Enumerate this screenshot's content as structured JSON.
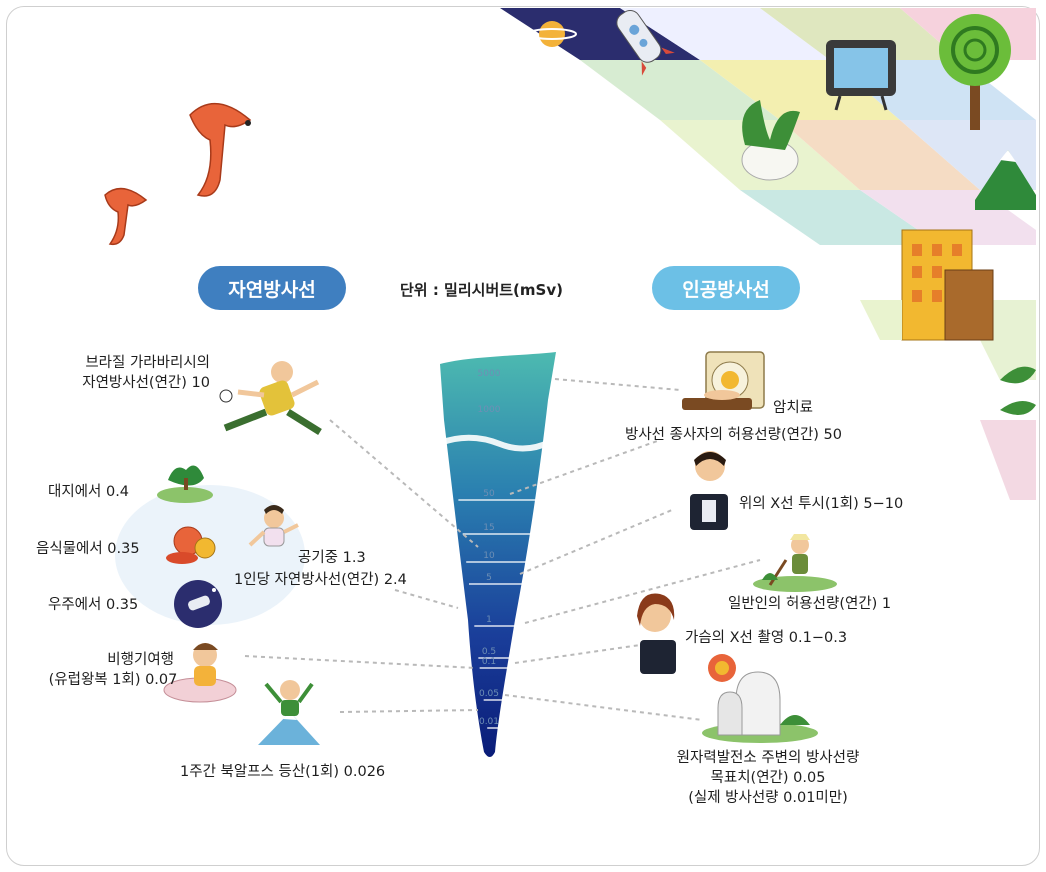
{
  "header": {
    "natural_label": "자연방사선",
    "artificial_label": "인공방사선",
    "unit": "단위 : 밀리시버트(mSv)"
  },
  "scale": {
    "ticks": [
      "5000",
      "1000",
      "50",
      "15",
      "10",
      "5",
      "1",
      "0.5",
      "0.1",
      "0.05",
      "0.01"
    ]
  },
  "natural": {
    "brazil": {
      "line1": "브라질 가라바리시의",
      "line2": "자연방사선(연간) 10"
    },
    "earth": "대지에서 0.4",
    "food": "음식물에서 0.35",
    "space": "우주에서 0.35",
    "air": "공기중 1.3",
    "per_person": "1인당 자연방사선(연간) 2.4",
    "flight": {
      "line1": "비행기여행",
      "line2": "(유럽왕복 1회) 0.07"
    },
    "climb": "1주간 북알프스 등산(1회) 0.026"
  },
  "artificial": {
    "cancer": "암치료",
    "worker": "방사선 종사자의 허용선량(연간) 50",
    "stomach": "위의 X선 투시(1회) 5−10",
    "public": "일반인의 허용선량(연간) 1",
    "chest": "가슴의 X선 촬영 0.1−0.3",
    "plant": {
      "line1": "원자력발전소 주변의 방사선량",
      "line2": "목표치(연간) 0.05",
      "line3": "(실제 방사선량 0.01미만)"
    }
  },
  "icons": {
    "birds": "bird-icon",
    "runner": "runner-icon",
    "tree": "tree-icon",
    "fruit": "fruit-icon",
    "rocket": "rocket-icon",
    "girl": "girl-icon",
    "traveler": "traveler-icon",
    "climber": "climber-icon",
    "machine": "radiation-machine-icon",
    "xray": "xray-person-icon",
    "farmer": "farmer-icon",
    "woman": "woman-icon",
    "plant": "power-plant-icon",
    "board": "board-game-icon"
  },
  "colors": {
    "natural_pill": "#3f7fc0",
    "artificial_pill": "#6cc0e6",
    "thermometer_top": "#4dbab0",
    "thermometer_bottom": "#0a1c78"
  }
}
